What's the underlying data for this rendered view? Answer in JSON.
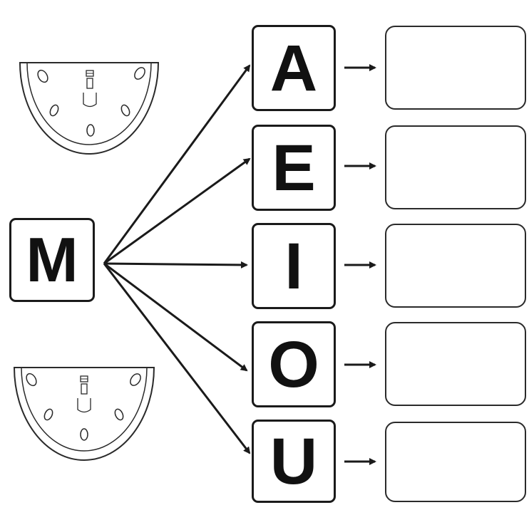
{
  "source_letter": "M",
  "vowels": [
    {
      "letter": "A",
      "answer": ""
    },
    {
      "letter": "E",
      "answer": ""
    },
    {
      "letter": "I",
      "answer": ""
    },
    {
      "letter": "O",
      "answer": ""
    },
    {
      "letter": "U",
      "answer": ""
    }
  ],
  "decorations": [
    {
      "icon": "watermelon-slice-icon"
    },
    {
      "icon": "watermelon-slice-icon"
    }
  ],
  "colors": {
    "line": "#1a1a1a",
    "background": "#ffffff"
  }
}
